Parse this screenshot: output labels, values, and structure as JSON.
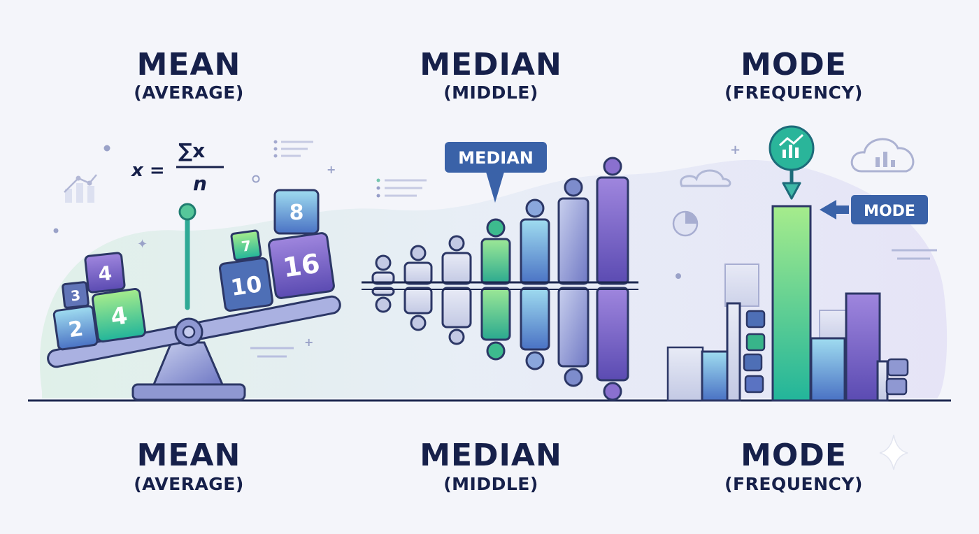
{
  "sections": {
    "mean": {
      "title": "MEAN",
      "subtitle": "(AVERAGE)"
    },
    "median": {
      "title": "MEDIAN",
      "subtitle": "(MIDDLE)"
    },
    "mode": {
      "title": "MODE",
      "subtitle": "(FREQUENCY)"
    }
  },
  "mean_illustration": {
    "formula_lhs": "x =",
    "formula_sum": "∑x",
    "formula_den": "n",
    "left_blocks": [
      "2",
      "3",
      "4",
      "4"
    ],
    "right_blocks": [
      "10",
      "7",
      "16",
      "8"
    ]
  },
  "median_illustration": {
    "callout_label": "MEDIAN",
    "figure_count": 7,
    "median_index": 3
  },
  "mode_illustration": {
    "callout_label": "MODE",
    "bar_heights": [
      0.25,
      0.5,
      1.0,
      0.32,
      0.55,
      0.2
    ],
    "mode_index": 2
  },
  "icons": [
    "line-chart-icon",
    "list-lines-icon",
    "trend-up-icon",
    "cloud-chart-icon",
    "pie-chart-icon",
    "cloud-icon",
    "sparkle-icon"
  ],
  "colors": {
    "title": "#16204a",
    "accent_green": "#2fb38a",
    "accent_purple": "#7a5bc6",
    "accent_blue": "#3b66b0",
    "callout": "#3a62a8"
  }
}
